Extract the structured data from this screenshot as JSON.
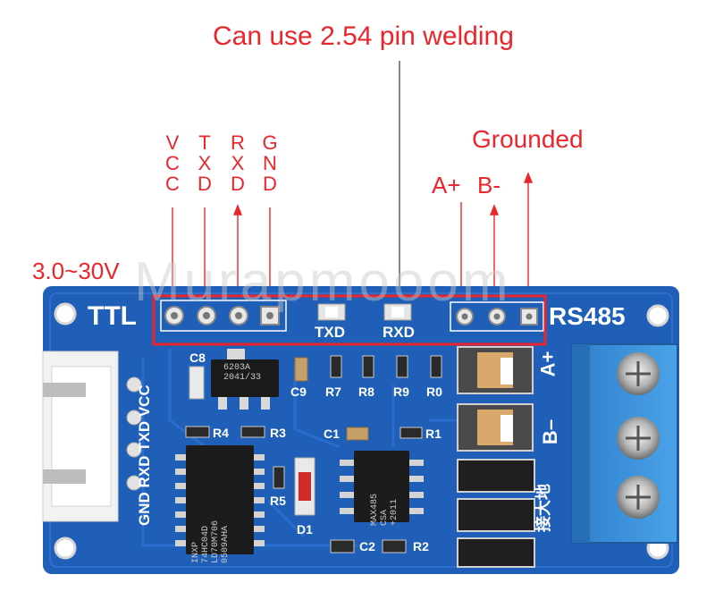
{
  "annotations": {
    "top_title": "Can use 2.54 pin welding",
    "vcc": [
      "V",
      "C",
      "C"
    ],
    "txd": [
      "T",
      "X",
      "D"
    ],
    "rxd": [
      "R",
      "X",
      "D"
    ],
    "gnd": [
      "G",
      "N",
      "D"
    ],
    "grounded": "Grounded",
    "a_plus": "A+",
    "b_minus": "B-",
    "voltage": "3.0~30V"
  },
  "watermark": "Murapmooom",
  "board": {
    "ttl": "TTL",
    "rs485": "RS485",
    "txd_led": "TXD",
    "rxd_led": "RXD",
    "side_pins": "GND RXD TXD VCC",
    "a_plus": "A+",
    "b_minus": "B–",
    "chinese": "接大地",
    "refs": {
      "c8": "C8",
      "c9": "C9",
      "r7": "R7",
      "r8": "R8",
      "r9": "R9",
      "r0": "R0",
      "r4": "R4",
      "r3": "R3",
      "c1": "C1",
      "r1": "R1",
      "r5": "R5",
      "d1": "D1",
      "c2": "C2",
      "r2": "R2"
    },
    "chips": {
      "regulator": [
        "6203A",
        "2041/33"
      ],
      "logic": [
        "INXP",
        "74HC04D",
        "LD70M706",
        "0509AHA"
      ],
      "transceiver": [
        "MAX485",
        "CSA",
        "+2011"
      ]
    }
  },
  "colors": {
    "annotation": "#e8262c",
    "board": "#1f5fb8",
    "terminal": "#3a8fd6",
    "silkscreen": "#ffffff"
  }
}
